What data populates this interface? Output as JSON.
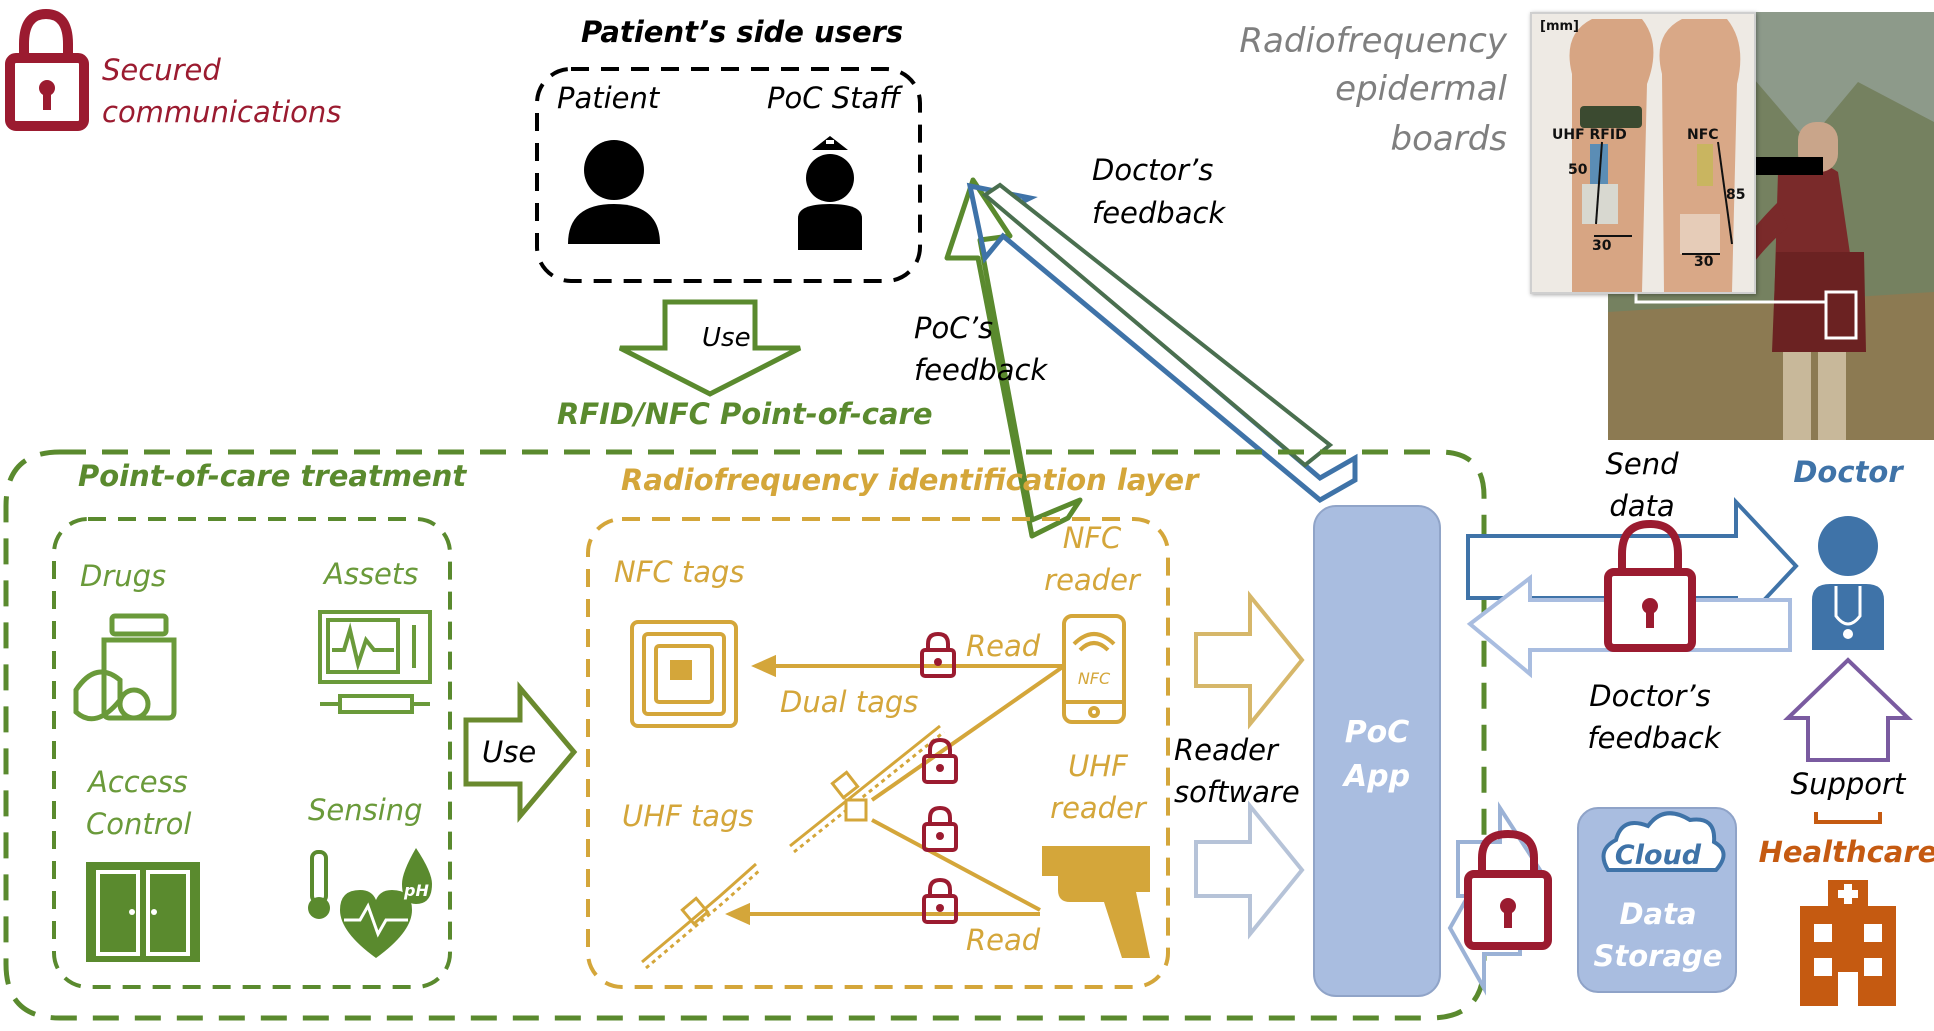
{
  "colors": {
    "green": "#5a8a2e",
    "gold": "#d4a63a",
    "maroon": "#9b1b30",
    "blue": "#3f73a8",
    "gray_text": "#7f7f7f",
    "orange": "#c55a11",
    "app_fill": "#a9bde0"
  },
  "security": {
    "label_line1": "Secured",
    "label_line2": "communications",
    "icon": "lock-icon"
  },
  "patient_side": {
    "title": "Patient’s side users",
    "patient_label": "Patient",
    "staff_label": "PoC Staff",
    "use_label": "Use",
    "poc_label": "RFID/NFC Point-of-care"
  },
  "feedback": {
    "doctor_line1": "Doctor’s",
    "doctor_line2": "feedback",
    "poc_line1": "PoC’s",
    "poc_line2": "feedback"
  },
  "epidermal": {
    "line1": "Radiofrequency",
    "line2": "epidermal",
    "line3": "boards",
    "unit": "[mm]",
    "uhf_label": "UHF RFID",
    "nfc_label": "NFC",
    "dim_50": "50",
    "dim_30_left": "30",
    "dim_85": "85",
    "dim_30_right": "30"
  },
  "poc_treatment": {
    "title": "Point-of-care treatment",
    "drugs": "Drugs",
    "assets": "Assets",
    "access_line1": "Access",
    "access_line2": "Control",
    "sensing": "Sensing",
    "use_label": "Use",
    "ph_label": "pH"
  },
  "rfid_layer": {
    "title": "Radiofrequency identification layer",
    "nfc_tags": "NFC tags",
    "uhf_tags": "UHF tags",
    "dual_tags": "Dual tags",
    "nfc_reader_line1": "NFC",
    "nfc_reader_line2": "reader",
    "uhf_reader_line1": "UHF",
    "uhf_reader_line2": "reader",
    "read_top": "Read",
    "read_bottom": "Read",
    "phone_label": "NFC"
  },
  "reader_software": {
    "line1": "Reader",
    "line2": "software"
  },
  "poc_app": {
    "line1": "PoC",
    "line2": "App"
  },
  "doctor_side": {
    "send_line1": "Send",
    "send_line2": "data",
    "doctor_label": "Doctor",
    "feedback_line1": "Doctor’s",
    "feedback_line2": "feedback",
    "support_label": "Support",
    "healthcare_label": "Healthcare"
  },
  "cloud": {
    "cloud_label": "Cloud",
    "line1": "Data",
    "line2": "Storage"
  }
}
